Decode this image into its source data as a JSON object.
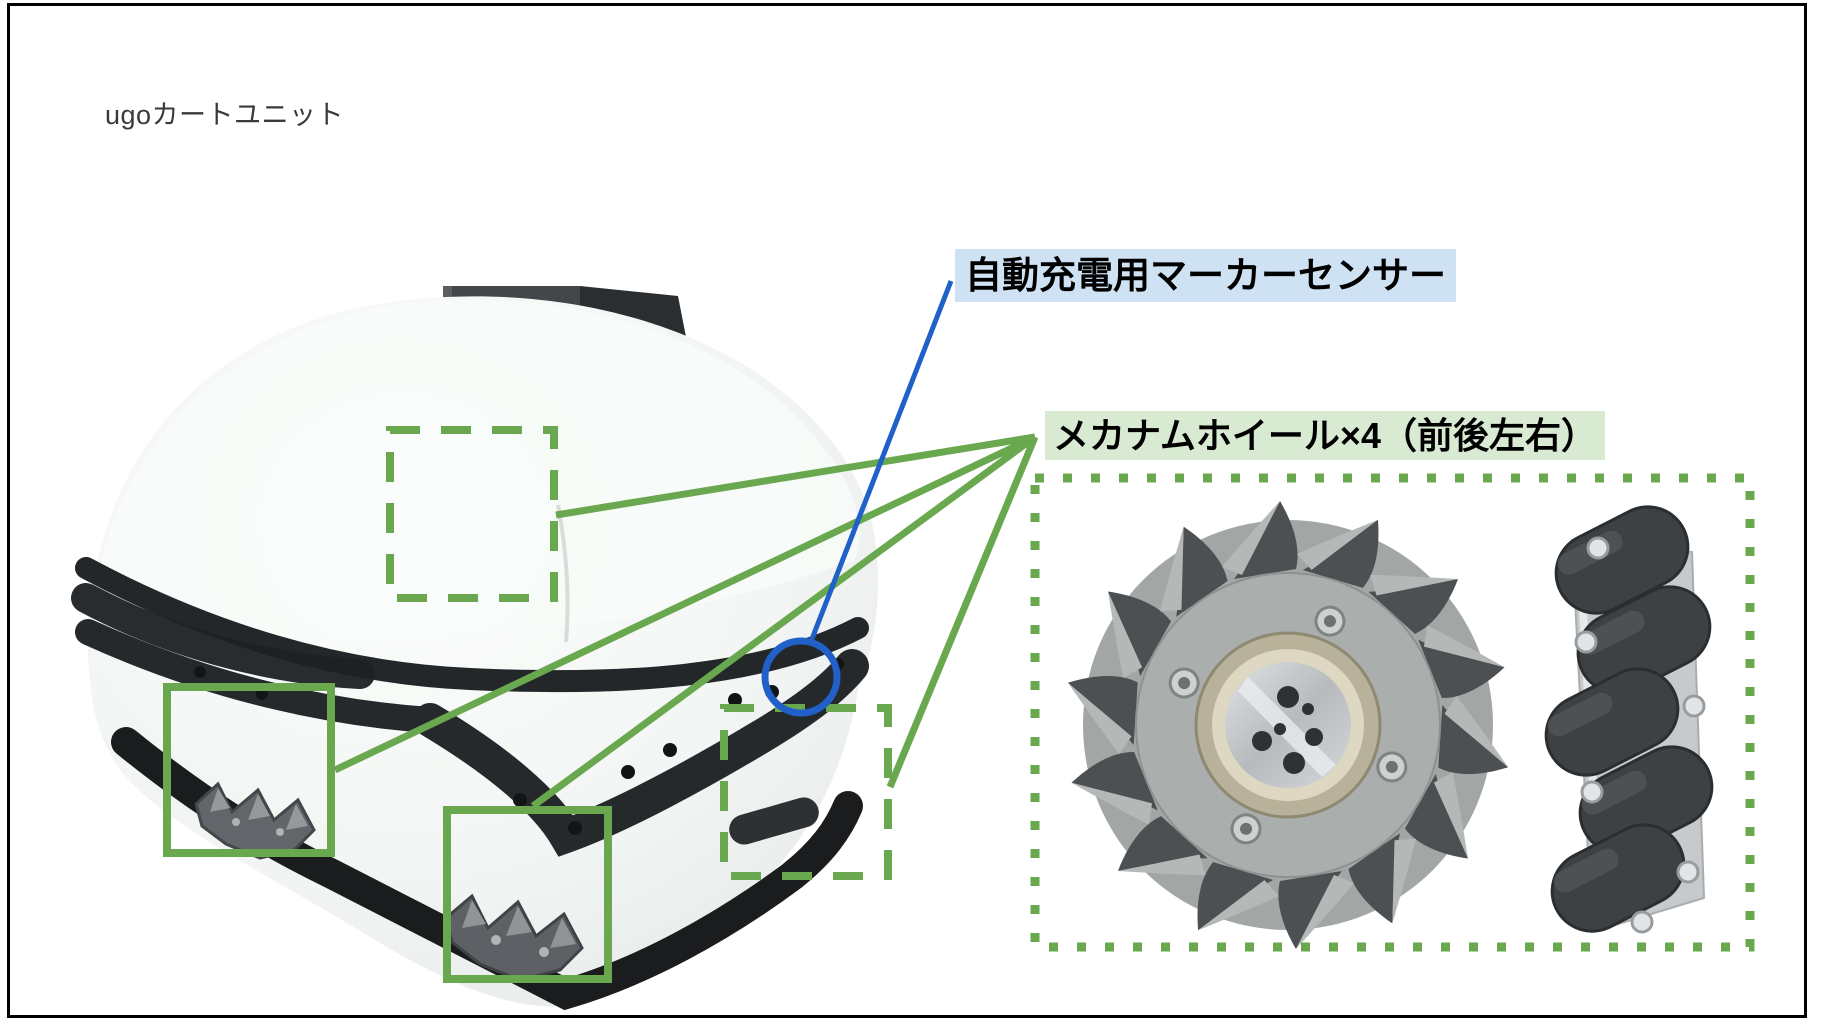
{
  "title": "ugoカートユニット",
  "callouts": {
    "marker_sensor": {
      "label": "自動充電用マーカーセンサー",
      "line_color": "#2060c8",
      "highlight_bg": "#cfe2f3"
    },
    "mecanum_wheels": {
      "label": "メカナムホイール×4（前後左右）",
      "line_color": "#6aa84f",
      "highlight_bg": "#d9ead3"
    }
  },
  "colors": {
    "annotation_green": "#6aa84f",
    "annotation_blue": "#2060c8",
    "frame_border": "#000000",
    "page_background": "#ffffff"
  }
}
